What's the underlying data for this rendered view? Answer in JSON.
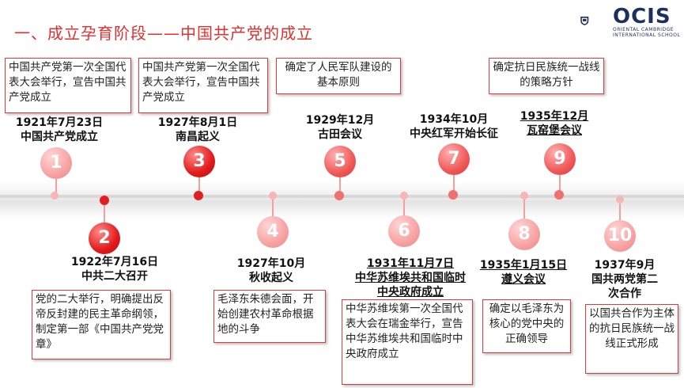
{
  "title": "一、成立孕育阶段——中国共产党的成立",
  "logo": {
    "brand": "OCIS",
    "sub1": "ORIENTAL CAMBRIDGE",
    "sub2": "INTERNATIONAL SCHOOL"
  },
  "events": [
    {
      "num": "1",
      "date": "1921年7月23日",
      "name": "中国共产党成立",
      "desc": "中国共产党第一次全国代表大会举行，宣告中国共产党成立"
    },
    {
      "num": "2",
      "date": "1922年7月16日",
      "name": "中共二大召开",
      "desc": "党的二大举行，明确提出反帝反封建的民主革命纲领，制定第一部《中国共产党党章》"
    },
    {
      "num": "3",
      "date": "1927年8月1日",
      "name": "南昌起义",
      "desc": "中国共产党第一次全国代表大会举行，宣告中国共产党成立"
    },
    {
      "num": "4",
      "date": "1927年10月",
      "name": "秋收起义",
      "desc": "毛泽东朱德会面，开始创建农村革命根据地的斗争"
    },
    {
      "num": "5",
      "date": "1929年12月",
      "name": "古田会议",
      "desc": "确定了人民军队建设的基本原则"
    },
    {
      "num": "6",
      "date": "1931年11月7日",
      "name": "中华苏维埃共和国临时中央政府成立",
      "desc": "中华苏维埃第一次全国代表大会在瑞金举行，宣告中华苏维埃共和国临时中央政府成立"
    },
    {
      "num": "7",
      "date": "1934年10月",
      "name": "中央红军开始长征",
      "desc": ""
    },
    {
      "num": "8",
      "date": "1935年1月15日",
      "name": "遵义会议",
      "desc": "确定以毛泽东为核心的党中央的正确领导"
    },
    {
      "num": "9",
      "date": "1935年12月",
      "name": "瓦窑堡会议",
      "desc": "确定抗日民族统一战线的策略方针"
    },
    {
      "num": "10",
      "date": "1937年9月",
      "name": "国共两党第二次合作",
      "desc": "以国共合作为主体的抗日民族统一战线正式形成"
    }
  ]
}
